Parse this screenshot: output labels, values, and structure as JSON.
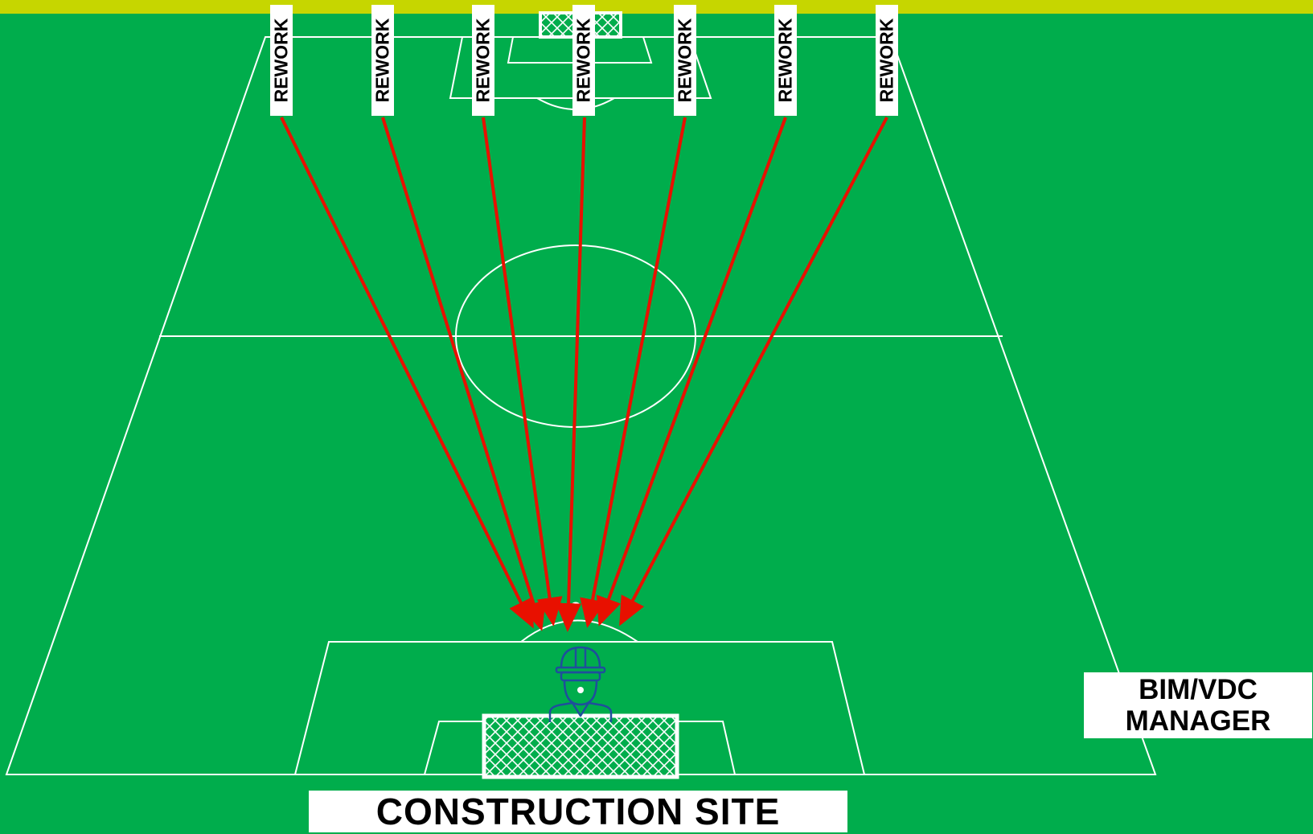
{
  "colors": {
    "top_bar": "#c6d600",
    "pitch": "#00ad4c",
    "lines": "#ffffff",
    "arrows": "#e81000",
    "worker": "#1f4e9c"
  },
  "rework_labels": [
    "REWORK",
    "REWORK",
    "REWORK",
    "REWORK",
    "REWORK",
    "REWORK",
    "REWORK"
  ],
  "construction_site_label": "CONSTRUCTION SITE",
  "manager_label": {
    "line1": "BIM/VDC",
    "line2": "MANAGER"
  },
  "icons": [
    "construction-worker-icon",
    "goal-net-icon"
  ]
}
